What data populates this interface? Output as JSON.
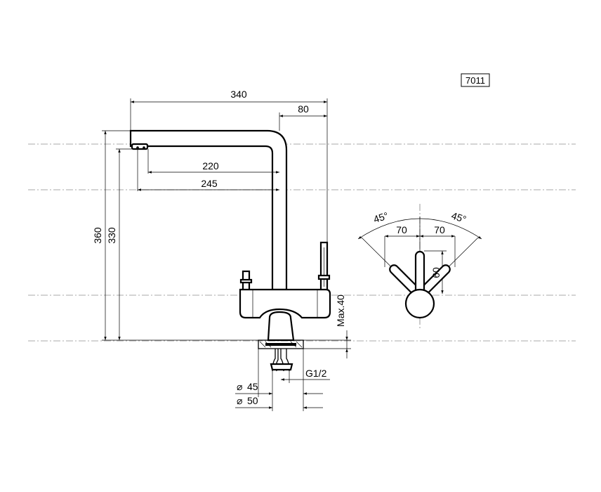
{
  "model": "7011",
  "dimensions": {
    "width_total": "340",
    "spout_offset": "80",
    "reach_inner": "220",
    "reach_outer": "245",
    "height_total": "360",
    "height_spout": "330",
    "max_thickness": "Max.40",
    "thread": "G1/2",
    "hole_45": "45",
    "hole_50": "50",
    "angle_left": "45°",
    "angle_right": "45°",
    "lever_left": "70",
    "lever_right": "70",
    "lever_height": "60"
  },
  "symbols": {
    "diameter": "⌀"
  }
}
